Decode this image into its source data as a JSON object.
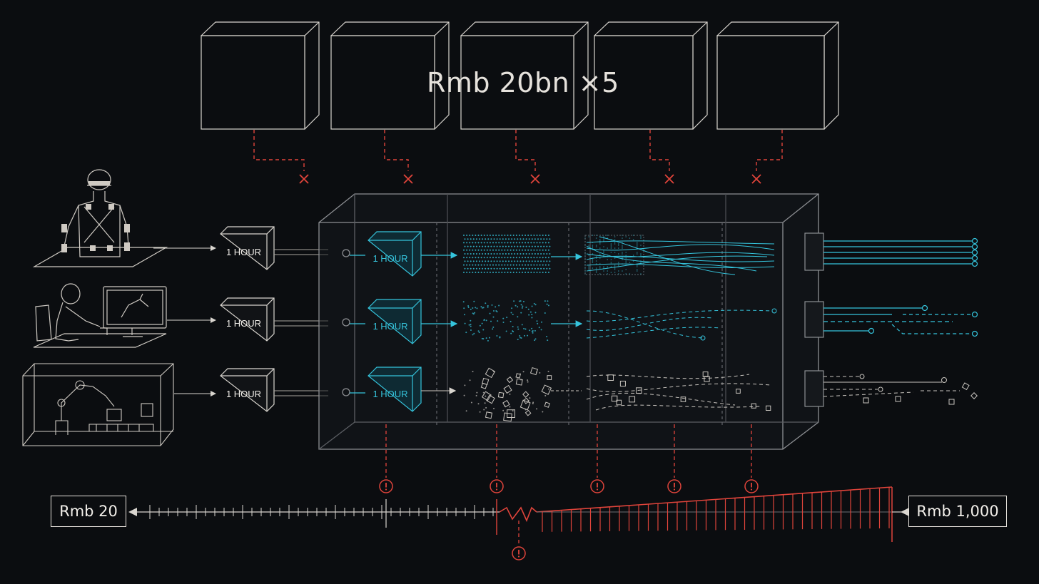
{
  "headline": "Rmb 20bn ×5",
  "data_cost_low": "Rmb 20",
  "data_cost_high": "Rmb 1,000",
  "capture_methods": [
    "motion-capture-suit-operator",
    "teleoperation-workstation",
    "robot-arm-enclosure"
  ],
  "input_blocks": [
    "1 HOUR",
    "1 HOUR",
    "1 HOUR"
  ],
  "processing_blocks": [
    "1 HOUR",
    "1 HOUR",
    "1 HOUR"
  ],
  "funds_count": 5,
  "failed_links": 5,
  "warning_markers": 6,
  "colors": {
    "background": "#0b0d10",
    "outline": "#d9d5cf",
    "accent_cyan": "#35c4dc",
    "warning_red": "#e0443b"
  }
}
